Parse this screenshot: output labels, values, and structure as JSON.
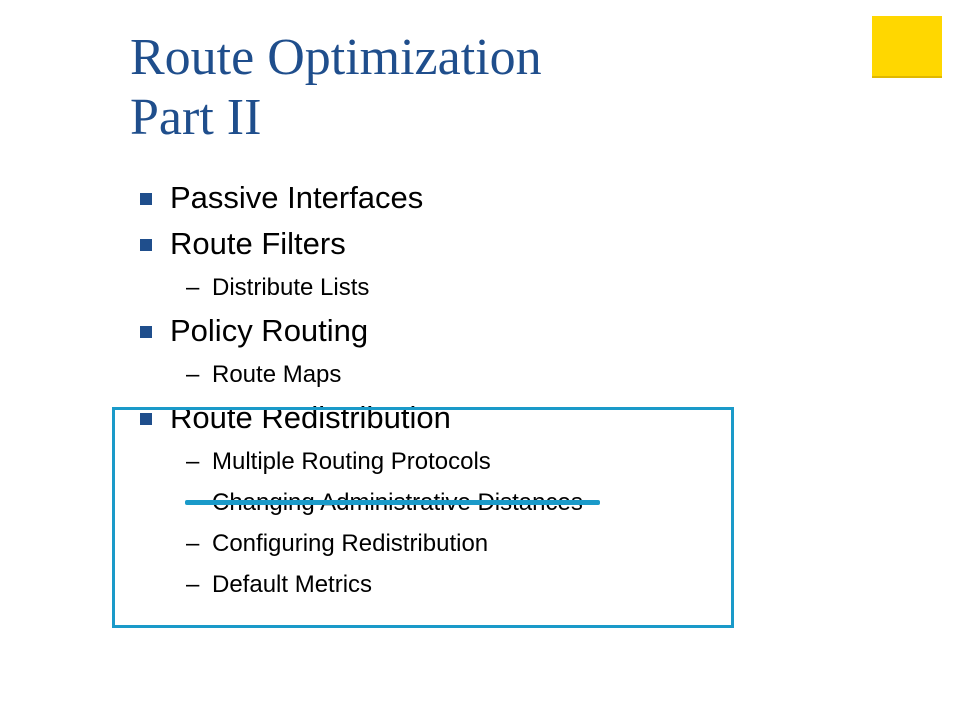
{
  "title": {
    "line1": "Route Optimization",
    "line2": "Part II"
  },
  "bullets": [
    {
      "label": "Passive Interfaces",
      "subs": []
    },
    {
      "label": "Route Filters",
      "subs": [
        "Distribute Lists"
      ]
    },
    {
      "label": "Policy Routing",
      "subs": [
        "Route Maps"
      ]
    },
    {
      "label": "Route Redistribution",
      "subs": [
        "Multiple Routing Protocols",
        "Changing Administrative Distances",
        "Configuring Redistribution",
        "Default Metrics"
      ]
    }
  ],
  "dash_glyph": "–",
  "colors": {
    "title": "#1f4e8c",
    "bullet": "#1f4e8c",
    "highlight": "#1a9ac9",
    "corner": "#ffd700"
  }
}
